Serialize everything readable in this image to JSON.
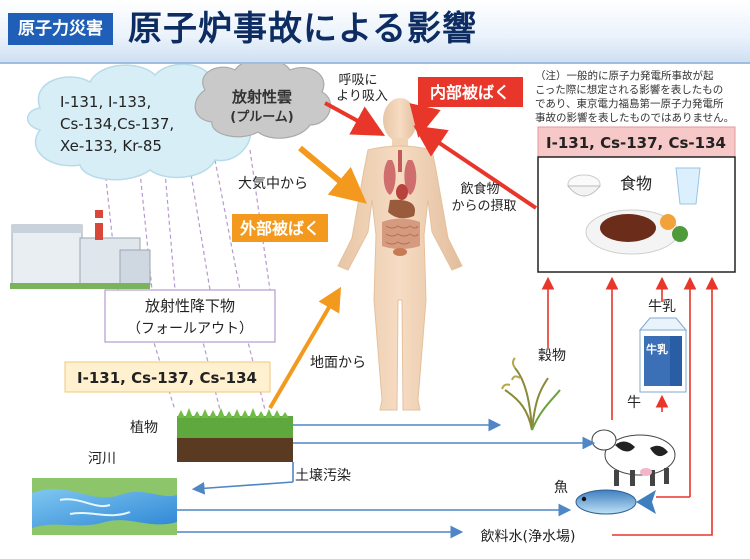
{
  "header": {
    "tag": "原子力災害",
    "title": "原子炉事故による影響"
  },
  "cloud": {
    "lines": [
      "I-131, I-133,",
      "Cs-134,Cs-137,",
      "Xe-133, Kr-85"
    ]
  },
  "plume": {
    "title": "放射性雲",
    "subtitle": "(プルーム)"
  },
  "fallout": {
    "line1": "放射性降下物",
    "line2": "（フォールアウト）"
  },
  "labels": {
    "breathing_1": "呼吸に",
    "breathing_2": "より吸入",
    "internal_exposure": "内部被ばく",
    "from_air": "大気中から",
    "external_exposure": "外部被ばく",
    "food_intake_1": "飲食物",
    "food_intake_2": "からの摂取",
    "from_ground": "地面から",
    "plants": "植物",
    "river": "河川",
    "soil_contamination": "土壌汚染",
    "grain": "穀物",
    "milk": "牛乳",
    "cow": "牛",
    "fish": "魚",
    "drinking_water": "飲料水(浄水場)",
    "food": "食物"
  },
  "isotope_boxes": {
    "left": "I-131, Cs-137, Cs-134",
    "right": "I-131, Cs-137, Cs-134"
  },
  "note": {
    "lines": [
      "（注）一般的に原子力発電所事故が起",
      "こった際に想定される影響を表したもの",
      "であり、東京電力福島第一原子力発電所",
      "事故の影響を表したものではありません。"
    ]
  },
  "milk_carton_text": "牛乳",
  "colors": {
    "header_tag_bg": "#1f5fb8",
    "title_text": "#0d2d62",
    "internal_red": "#e8362a",
    "external_orange": "#f39a1e",
    "flow_blue": "#4f86c6",
    "cloud_fill": "#d8eef6",
    "plume_fill": "#c9c9c9"
  }
}
